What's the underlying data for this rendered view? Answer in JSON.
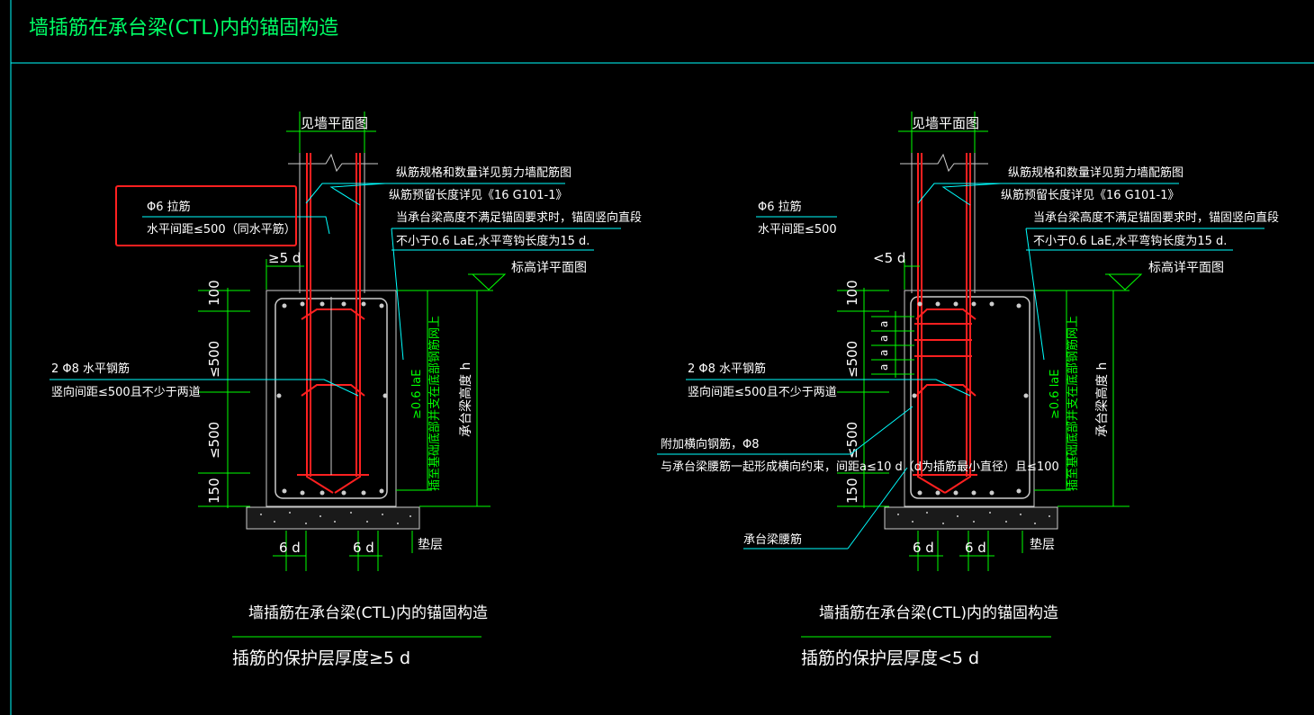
{
  "header": {
    "title": "墙插筋在承台梁(CTL)内的锚固构造"
  },
  "colors": {
    "background": "#000000",
    "title": "#00ff66",
    "frame": "#00ffff",
    "dimension": "#00ff00",
    "leader": "#00ffff",
    "rebar": "#ff2020",
    "stirrup": "#cccccc",
    "highlight": "#ff2020"
  },
  "left": {
    "see_wall_plan": "见墙平面图",
    "note_rebar_spec": "纵筋规格和数量详见剪力墙配筋图",
    "note_reserved_length": "纵筋预留长度详见《16 G101-1》",
    "note_anchor_1": "当承台梁高度不满足锚固要求时，锚固竖向直段",
    "note_anchor_2": "不小于0.6 LaE,水平弯钩长度为15 d.",
    "tie_label": "Φ6 拉筋",
    "tie_spacing": "水平间距≤500（同水平筋）",
    "cover": "≥5 d",
    "elevation": "标高详平面图",
    "dim_100": "100",
    "dim_500a": "≤500",
    "dim_500b": "≤500",
    "dim_150": "150",
    "horiz_bar_1": "2 Φ8 水平钢筋",
    "horiz_bar_2": "竖向间距≤500且不少于两道",
    "anchor_06": "≥0.6 laE",
    "anchor_bottom": "插至基础底部并支在底部钢筋网上",
    "beam_height": "承台梁高度  h",
    "dim_6d_a": "6 d",
    "dim_6d_b": "6 d",
    "cushion": "垫层",
    "caption": "墙插筋在承台梁(CTL)内的锚固构造",
    "subcaption": "插筋的保护层厚度≥5 d"
  },
  "right": {
    "see_wall_plan": "见墙平面图",
    "note_rebar_spec": "纵筋规格和数量详见剪力墙配筋图",
    "note_reserved_length": "纵筋预留长度详见《16 G101-1》",
    "note_anchor_1": "当承台梁高度不满足锚固要求时，锚固竖向直段",
    "note_anchor_2": "不小于0.6 LaE,水平弯钩长度为15 d.",
    "tie_label": "Φ6 拉筋",
    "tie_spacing": "水平间距≤500",
    "cover": "<5 d",
    "elevation": "标高详平面图",
    "dim_100": "100",
    "dim_500a": "≤500",
    "dim_500b": "≤500",
    "dim_150": "150",
    "a_label": "a",
    "horiz_bar_1": "2 Φ8 水平钢筋",
    "horiz_bar_2": "竖向间距≤500且不少于两道",
    "extra_bar_1": "附加横向钢筋，Φ8",
    "extra_bar_2": "与承台梁腰筋一起形成横向约束，间距a≤10 d（d为插筋最小直径）且≤100",
    "anchor_06": "≥0.6 laE",
    "anchor_bottom": "插至基础底部并支在底部钢筋网上",
    "beam_height": "承台梁高度  h",
    "waist_bar": "承台梁腰筋",
    "dim_6d_a": "6 d",
    "dim_6d_b": "6 d",
    "cushion": "垫层",
    "caption": "墙插筋在承台梁(CTL)内的锚固构造",
    "subcaption": "插筋的保护层厚度<5 d"
  }
}
